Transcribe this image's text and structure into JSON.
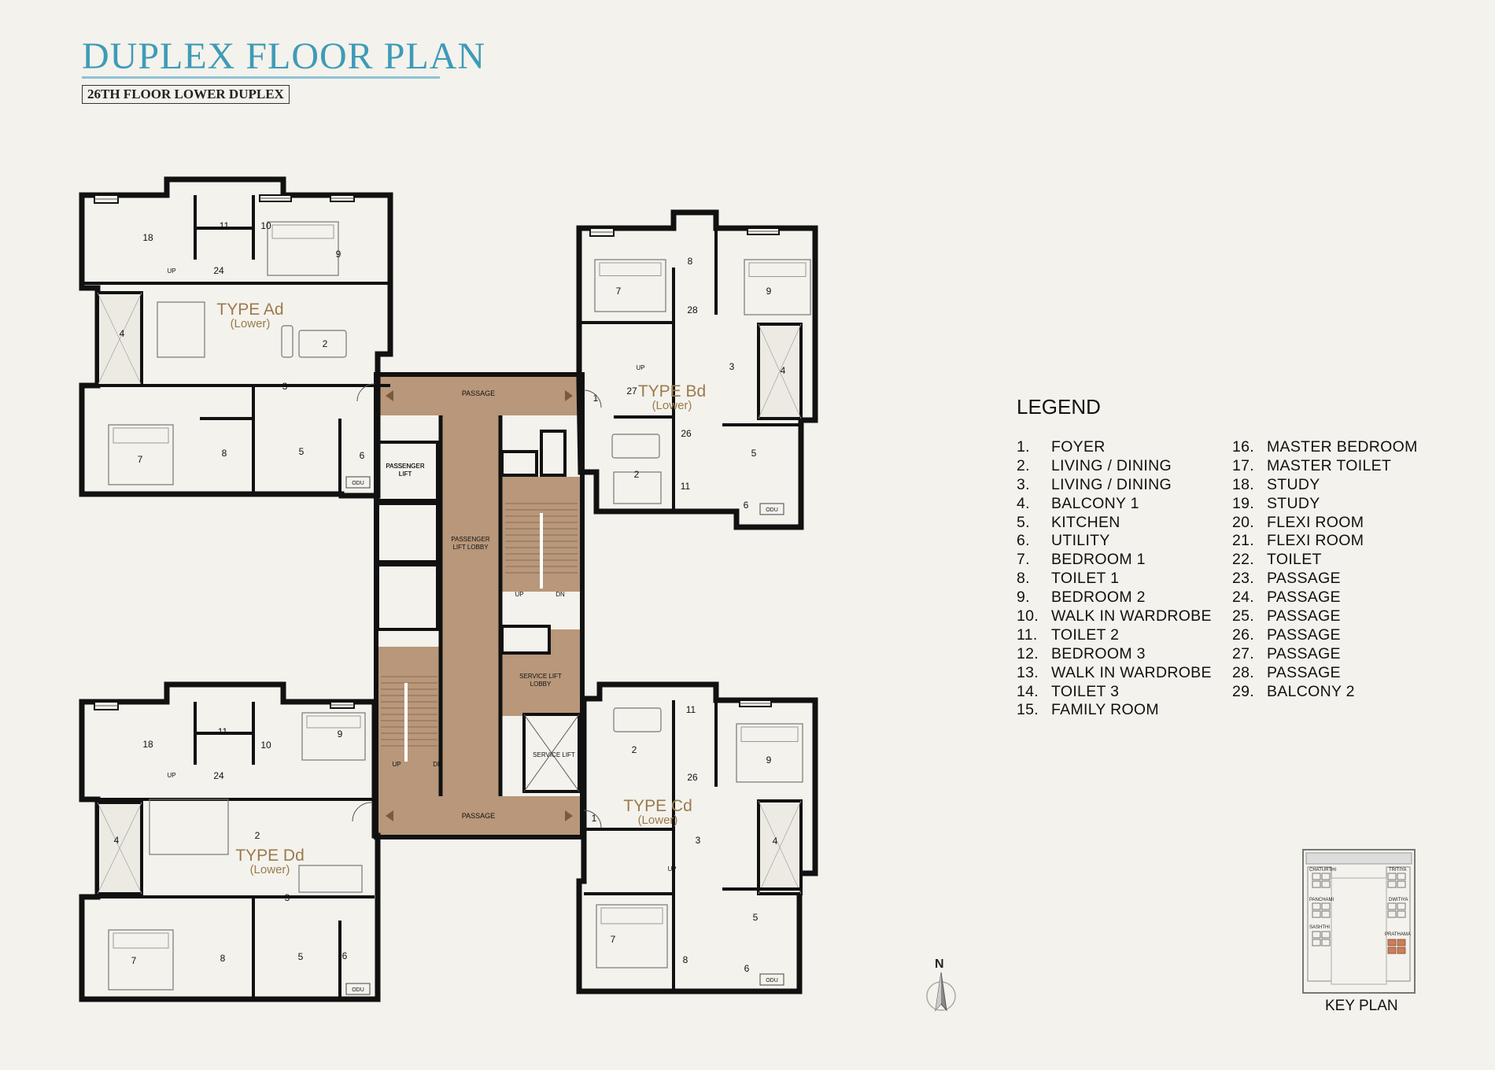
{
  "header": {
    "title": "DUPLEX FLOOR PLAN",
    "subtitle": "26TH FLOOR LOWER DUPLEX"
  },
  "colors": {
    "title": "#3e9bb8",
    "core": "#b8977a",
    "wall": "#111111",
    "background": "#f4f2ec"
  },
  "units": {
    "ad": {
      "name": "TYPE Ad",
      "sub": "(Lower)"
    },
    "bd": {
      "name": "TYPE Bd",
      "sub": "(Lower)"
    },
    "cd": {
      "name": "TYPE Cd",
      "sub": "(Lower)"
    },
    "dd": {
      "name": "TYPE Dd",
      "sub": "(Lower)"
    }
  },
  "core": {
    "passage": "PASSAGE",
    "passenger_lift": [
      "PASSENGER",
      "LIFT"
    ],
    "lift_lobby": [
      "PASSENGER",
      "LIFT LOBBY"
    ],
    "service_lift_lobby": [
      "SERVICE LIFT",
      "LOBBY"
    ],
    "service_lift": "SERVICE LIFT",
    "up": "UP",
    "dn": "DN",
    "odu": "ODU"
  },
  "legend": {
    "title": "LEGEND",
    "items": [
      {
        "num": "1.",
        "label": "FOYER"
      },
      {
        "num": "2.",
        "label": "LIVING / DINING"
      },
      {
        "num": "3.",
        "label": "LIVING / DINING"
      },
      {
        "num": "4.",
        "label": "BALCONY 1"
      },
      {
        "num": "5.",
        "label": "KITCHEN"
      },
      {
        "num": "6.",
        "label": "UTILITY"
      },
      {
        "num": "7.",
        "label": "BEDROOM 1"
      },
      {
        "num": "8.",
        "label": "TOILET 1"
      },
      {
        "num": "9.",
        "label": "BEDROOM 2"
      },
      {
        "num": "10.",
        "label": "WALK IN WARDROBE"
      },
      {
        "num": "11.",
        "label": "TOILET 2"
      },
      {
        "num": "12.",
        "label": "BEDROOM 3"
      },
      {
        "num": "13.",
        "label": "WALK IN WARDROBE"
      },
      {
        "num": "14.",
        "label": "TOILET 3"
      },
      {
        "num": "15.",
        "label": "FAMILY ROOM"
      },
      {
        "num": "16.",
        "label": "MASTER BEDROOM"
      },
      {
        "num": "17.",
        "label": "MASTER TOILET"
      },
      {
        "num": "18.",
        "label": "STUDY"
      },
      {
        "num": "19.",
        "label": "STUDY"
      },
      {
        "num": "20.",
        "label": "FLEXI ROOM"
      },
      {
        "num": "21.",
        "label": "FLEXI ROOM"
      },
      {
        "num": "22.",
        "label": "TOILET"
      },
      {
        "num": "23.",
        "label": "PASSAGE"
      },
      {
        "num": "24.",
        "label": "PASSAGE"
      },
      {
        "num": "25.",
        "label": "PASSAGE"
      },
      {
        "num": "26.",
        "label": "PASSAGE"
      },
      {
        "num": "27.",
        "label": "PASSAGE"
      },
      {
        "num": "28.",
        "label": "PASSAGE"
      },
      {
        "num": "29.",
        "label": "BALCONY 2"
      }
    ]
  },
  "north": "N",
  "key_plan": {
    "label": "KEY PLAN",
    "blocks": [
      "CHATURTHI",
      "TRITIYA",
      "PANCHAMI",
      "DWITIYA",
      "SASHTHI",
      "PRATHAMA"
    ]
  }
}
